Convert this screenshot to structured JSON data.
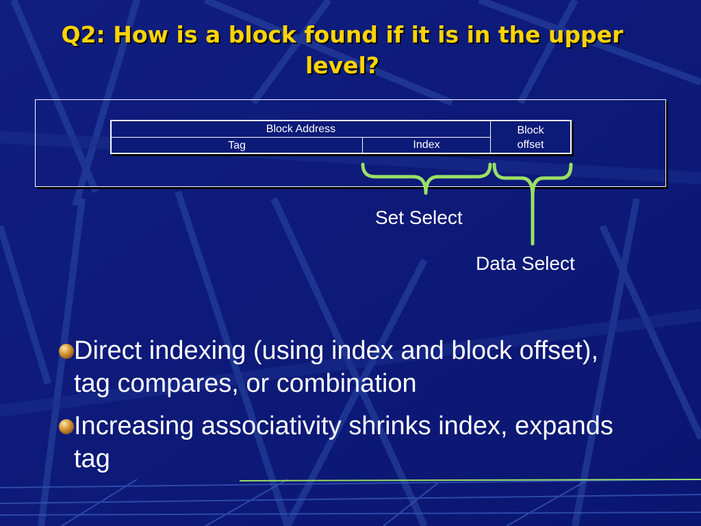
{
  "slide": {
    "title": "Q2: How is a block found if it is in the upper level?"
  },
  "address_table": {
    "block_address": "Block Address",
    "tag": "Tag",
    "index": "Index",
    "block_offset": "Block\noffset"
  },
  "labels": {
    "set_select": "Set Select",
    "data_select": "Data Select"
  },
  "bullets": [
    "Direct indexing (using index and block offset), tag compares, or combination",
    "Increasing associativity shrinks index, expands tag"
  ],
  "colors": {
    "background": "#0c1a78",
    "title": "#ffd400",
    "brace": "#99e066",
    "text": "#ffffff"
  }
}
